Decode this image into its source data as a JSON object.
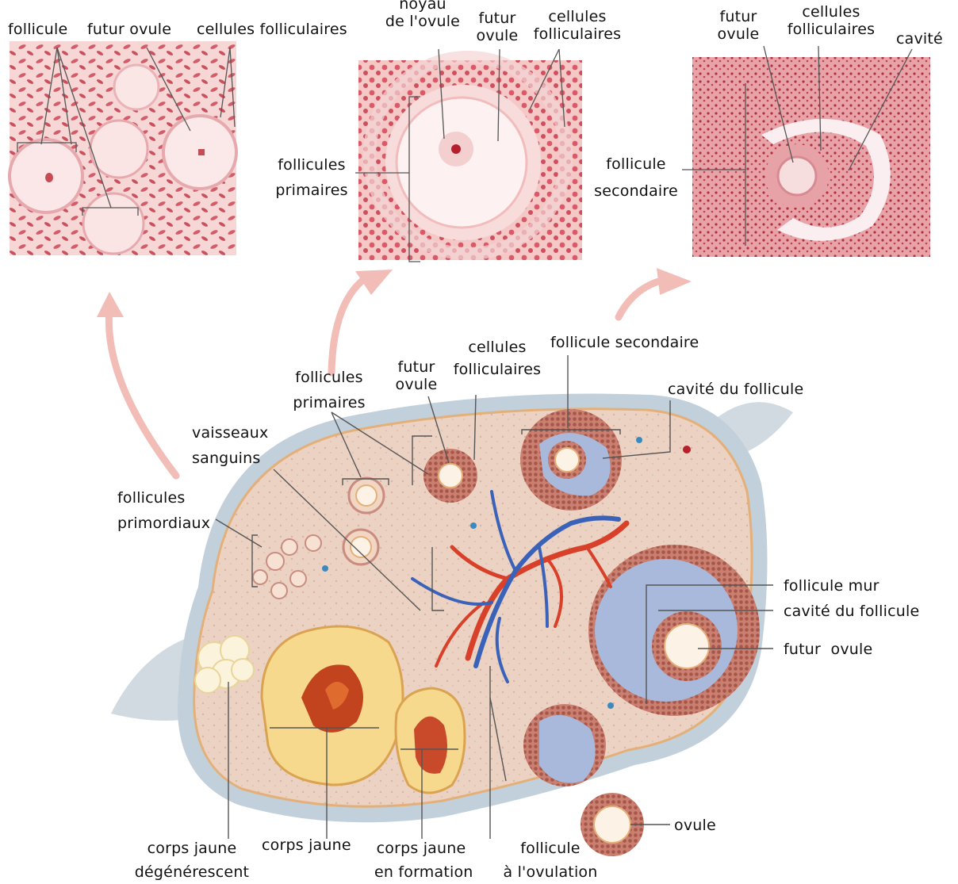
{
  "micrographs": {
    "left": {
      "follicule": "follicule",
      "futur_ovule": "futur ovule",
      "cellules_folliculaires": "cellules folliculaires"
    },
    "middle": {
      "noyau_line1": "noyau",
      "noyau_line2": "de l'ovule",
      "futur_line1": "futur",
      "futur_line2": "ovule",
      "cellules_line1": "cellules",
      "cellules_line2": "folliculaires",
      "follicules_line1": "follicules",
      "follicules_line2": "primaires"
    },
    "right": {
      "futur_line1": "futur",
      "futur_line2": "ovule",
      "cellules_line1": "cellules",
      "cellules_line2": "folliculaires",
      "cavite": "cavité",
      "follicule_line1": "follicule",
      "follicule_line2": "secondaire"
    }
  },
  "ovary": {
    "follicules_primaires_line1": "follicules",
    "follicules_primaires_line2": "primaires",
    "futur_ovule_line1": "futur",
    "futur_ovule_line2": "ovule",
    "cellules_line1": "cellules",
    "cellules_line2": "folliculaires",
    "follicule_secondaire": "follicule secondaire",
    "cavite_du_follicule_top": "cavité du follicule",
    "vaisseaux_line1": "vaisseaux",
    "vaisseaux_line2": "sanguins",
    "follicules_primordiaux_line1": "follicules",
    "follicules_primordiaux_line2": "primordiaux",
    "follicule_mur": "follicule mur",
    "cavite_du_follicule_right": "cavité du follicule",
    "futur_ovule_right": "futur  ovule",
    "ovule": "ovule",
    "corps_jaune_deg_line1": "corps jaune",
    "corps_jaune_deg_line2": "dégénérescent",
    "corps_jaune": "corps jaune",
    "corps_jaune_form_line1": "corps jaune",
    "corps_jaune_form_line2": "en formation",
    "follicule_ovulation_line1": "follicule",
    "follicule_ovulation_line2": "à l'ovulation"
  },
  "colors": {
    "tissue_pink": "#f3c6c6",
    "cell_red": "#c8434e",
    "ovary_beige": "#ecd2c2",
    "capsule_blue": "#b9cbd9",
    "cavity_blue": "#a9b9dc",
    "corpus_yellow": "#f6d98c",
    "vessel_red": "#d9402a",
    "vessel_blue": "#3a62b8",
    "arrow_pink": "#f2b8b2"
  }
}
